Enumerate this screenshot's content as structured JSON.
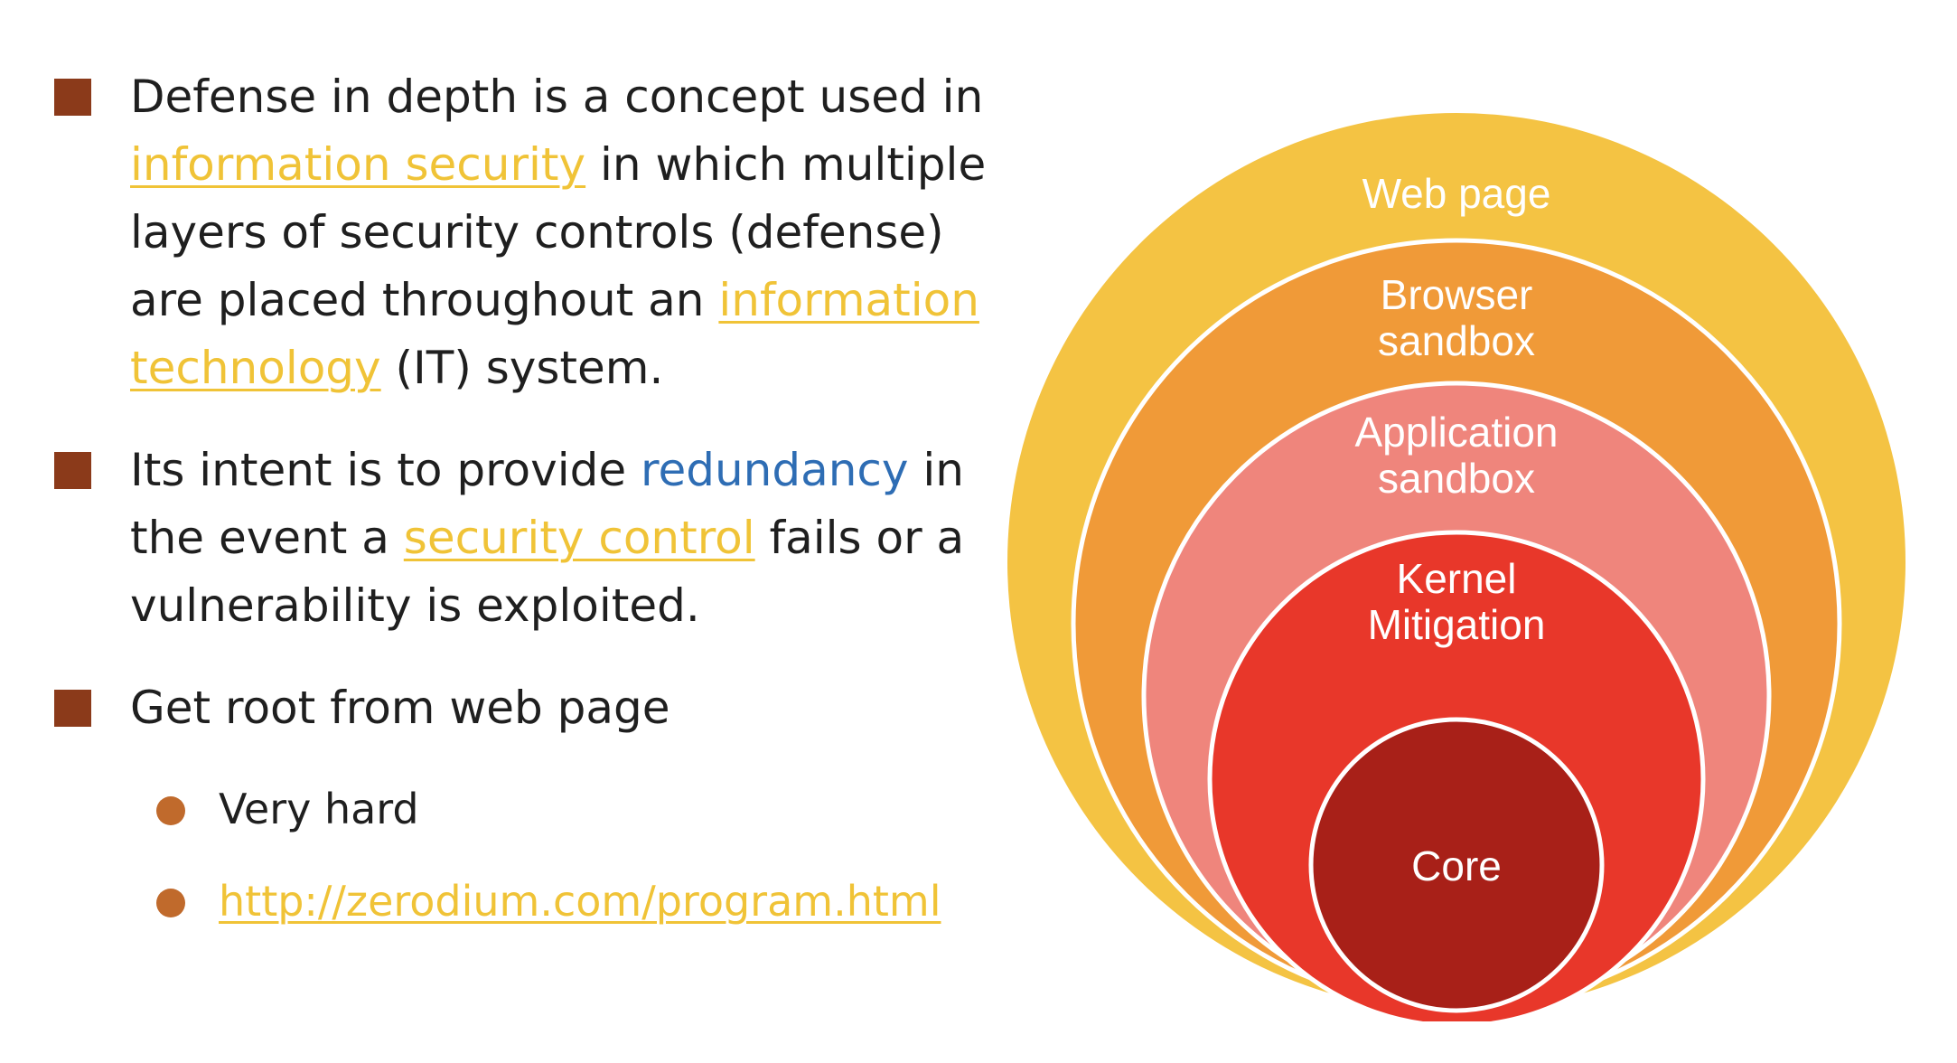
{
  "bullets": [
    {
      "parts": {
        "t1": "Defense in depth is a concept used in ",
        "link1": "information security",
        "t2": " in which multiple layers of security controls (defense) are placed throughout an ",
        "link2": "information technology",
        "t3": " (IT) system."
      }
    },
    {
      "parts": {
        "t1": "Its intent is to provide ",
        "term": "redundancy",
        "t2": " in the event a ",
        "link1": "security control",
        "t3": " fails or a vulnerability is exploited."
      }
    },
    {
      "text": "Get root from web page",
      "sub": [
        {
          "text": "Very hard"
        },
        {
          "text": "http://zerodium.com/program.html"
        }
      ]
    }
  ],
  "diagram": {
    "layers": [
      {
        "lines": [
          "Web page"
        ],
        "color": "#f4c343"
      },
      {
        "lines": [
          "Browser",
          "sandbox"
        ],
        "color": "#f09a38"
      },
      {
        "lines": [
          "Application",
          "sandbox"
        ],
        "color": "#ef857c"
      },
      {
        "lines": [
          "Kernel",
          "Mitigation"
        ],
        "color": "#e8372a"
      },
      {
        "lines": [
          "Core"
        ],
        "color": "#a82018"
      }
    ]
  },
  "colors": {
    "bullet_square": "#8b3a1a",
    "sub_bullet_dot": "#c06a2c",
    "link": "#f0c337",
    "term": "#2e6db4",
    "ring_stroke": "#ffffff"
  }
}
